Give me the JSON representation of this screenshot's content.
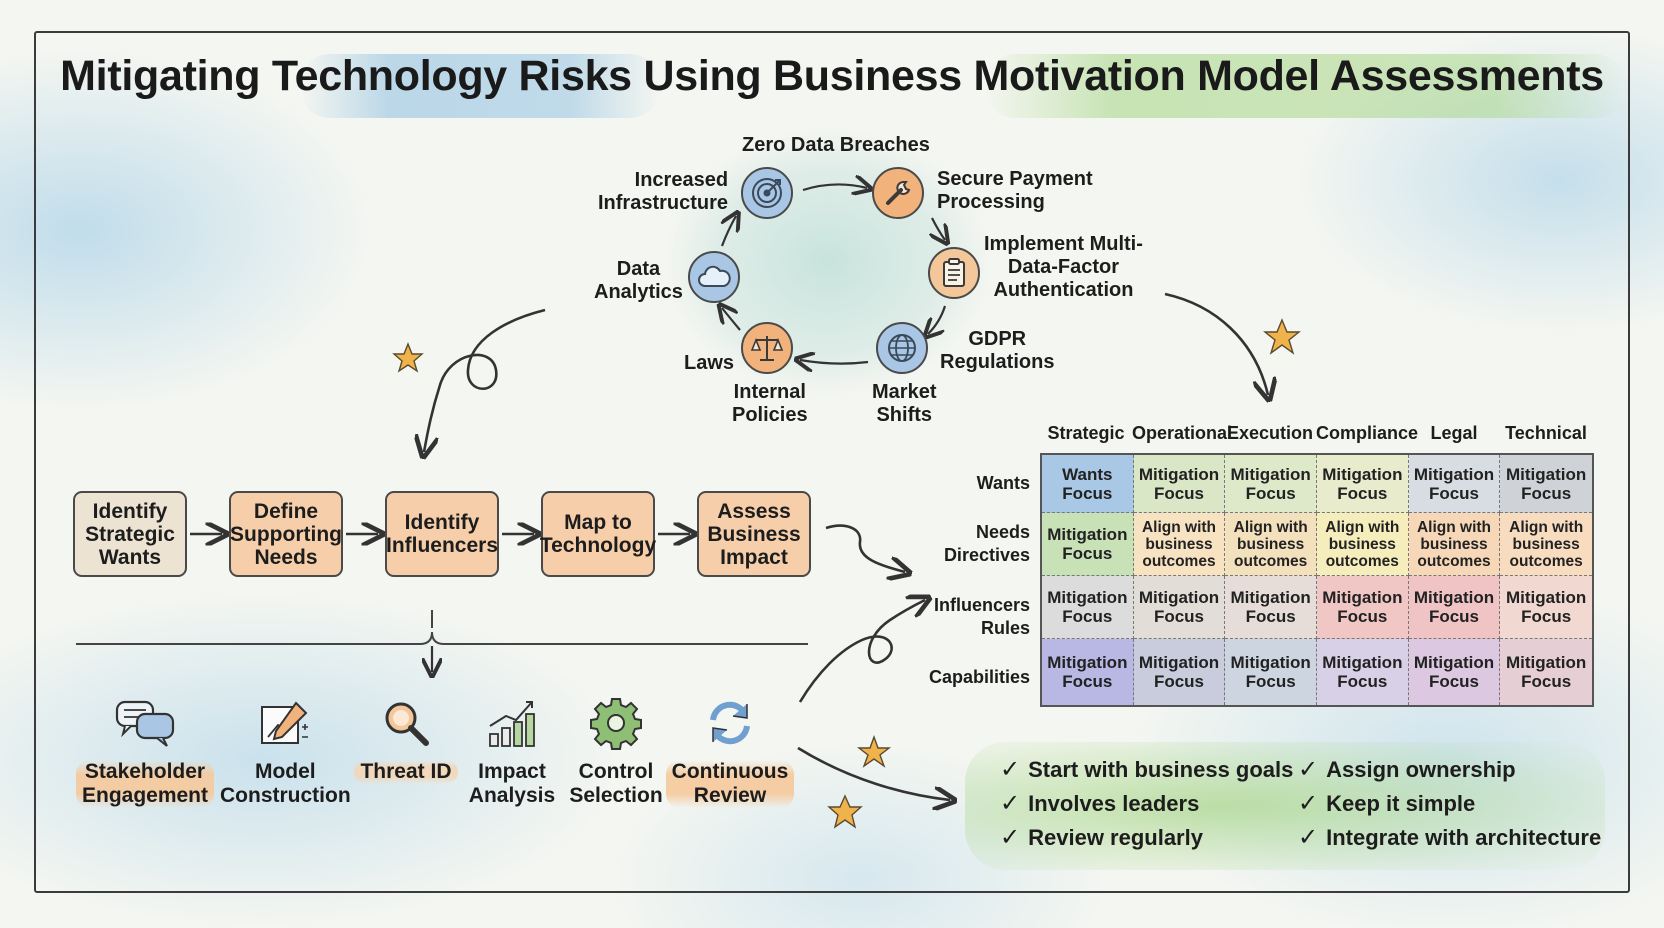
{
  "title": "Mitigating Technology Risks Using Business Motivation Model Assessments",
  "cycle": {
    "nodes": [
      {
        "label": "Zero Data Breaches",
        "icon": "target-icon",
        "color": "#a9c6e4"
      },
      {
        "label": "Secure Payment\nProcessing",
        "icon": "wrench-icon",
        "color": "#f1b27c"
      },
      {
        "label": "Implement Multi-\nData-Factor\nAuthentication",
        "icon": "clipboard-icon",
        "color": "#f3c79a"
      },
      {
        "label": "GDPR\nRegulations",
        "icon": "globe-icon",
        "color": "#a9c6e4"
      },
      {
        "label": "Market\nShifts",
        "icon": "",
        "color": ""
      },
      {
        "label": "Laws",
        "icon": "scales-icon",
        "color": "#f1b27c"
      },
      {
        "label": "Internal\nPolicies",
        "icon": "",
        "color": ""
      },
      {
        "label": "Data\nAnalytics",
        "icon": "cloud-icon",
        "color": "#a9c6e4"
      },
      {
        "label": "Increased\nInfrastructure",
        "icon": "",
        "color": ""
      }
    ]
  },
  "process": {
    "steps": [
      {
        "label": "Identify\nStrategic\nWants",
        "color": "#ece3d2"
      },
      {
        "label": "Define\nSupporting\nNeeds",
        "color": "#f6cfaa"
      },
      {
        "label": "Identify\nInfluencers",
        "color": "#f6cfaa"
      },
      {
        "label": "Map to\nTechnology",
        "color": "#f6cfaa"
      },
      {
        "label": "Assess\nBusiness\nImpact",
        "color": "#f6cfaa"
      }
    ]
  },
  "tools": [
    {
      "label": "Stakeholder\nEngagement",
      "icon": "chat-bubbles-icon",
      "highlight": "#f6c99c"
    },
    {
      "label": "Model\nConstruction",
      "icon": "pencil-diagram-icon",
      "highlight": ""
    },
    {
      "label": "Threat ID",
      "icon": "magnifier-icon",
      "highlight": "#f6d4b0"
    },
    {
      "label": "Impact\nAnalysis",
      "icon": "bar-chart-icon",
      "highlight": ""
    },
    {
      "label": "Control\nSelection",
      "icon": "gear-icon",
      "highlight": ""
    },
    {
      "label": "Continuous\nReview",
      "icon": "refresh-icon",
      "highlight": "#f6c99c"
    }
  ],
  "matrix": {
    "columns": [
      "Strategic",
      "Operational",
      "Execution",
      "Compliance",
      "Legal",
      "Technical"
    ],
    "rows": [
      {
        "label": "Wants",
        "cells": [
          "Wants\nFocus",
          "Mitigation\nFocus",
          "Mitigation\nFocus",
          "Mitigation\nFocus",
          "Mitigation\nFocus",
          "Mitigation\nFocus"
        ]
      },
      {
        "label": "Needs\nDirectives",
        "cells": [
          "Mitigation\nFocus",
          "Align with\nbusiness\noutcomes",
          "Align with\nbusiness\noutcomes",
          "Align with\nbusiness\noutcomes",
          "Align with\nbusiness\noutcomes",
          "Align with\nbusiness\noutcomes"
        ]
      },
      {
        "label": "Influencers\nRules",
        "cells": [
          "Mitigation\nFocus",
          "Mitigation\nFocus",
          "Mitigation\nFocus",
          "Mitigation\nFocus",
          "Mitigation\nFocus",
          "Mitigation\nFocus"
        ]
      },
      {
        "label": "Capabilities",
        "cells": [
          "Mitigation\nFocus",
          "Mitigation\nFocus",
          "Mitigation\nFocus",
          "Mitigation\nFocus",
          "Mitigation\nFocus",
          "Mitigation\nFocus"
        ]
      }
    ],
    "cell_colors": [
      [
        "#a8c8e6",
        "#d9e7c6",
        "#dde9c8",
        "#e8eccc",
        "#d8dde3",
        "#cfd3d8"
      ],
      [
        "#c9e1b6",
        "#f7e3c2",
        "#f3e0bd",
        "#f5eebc",
        "#f6d8b8",
        "#f7dcc0"
      ],
      [
        "#dcdcdc",
        "#e2ddd6",
        "#e6ddd8",
        "#f1c7c5",
        "#f0c4c4",
        "#f1d8d0"
      ],
      [
        "#b9b8e4",
        "#c8ccdc",
        "#cdd6e0",
        "#d8d0e6",
        "#dcc8e0",
        "#e6cfd4"
      ]
    ]
  },
  "checklist": [
    "Start with business goals",
    "Involves leaders",
    "Review regularly",
    "Assign ownership",
    "Keep it simple",
    "Integrate with architecture"
  ],
  "colors": {
    "accent_orange": "#f1b27c",
    "accent_blue": "#a9c6e4",
    "ink": "#1d1d1d",
    "star": "#f0b24a"
  }
}
